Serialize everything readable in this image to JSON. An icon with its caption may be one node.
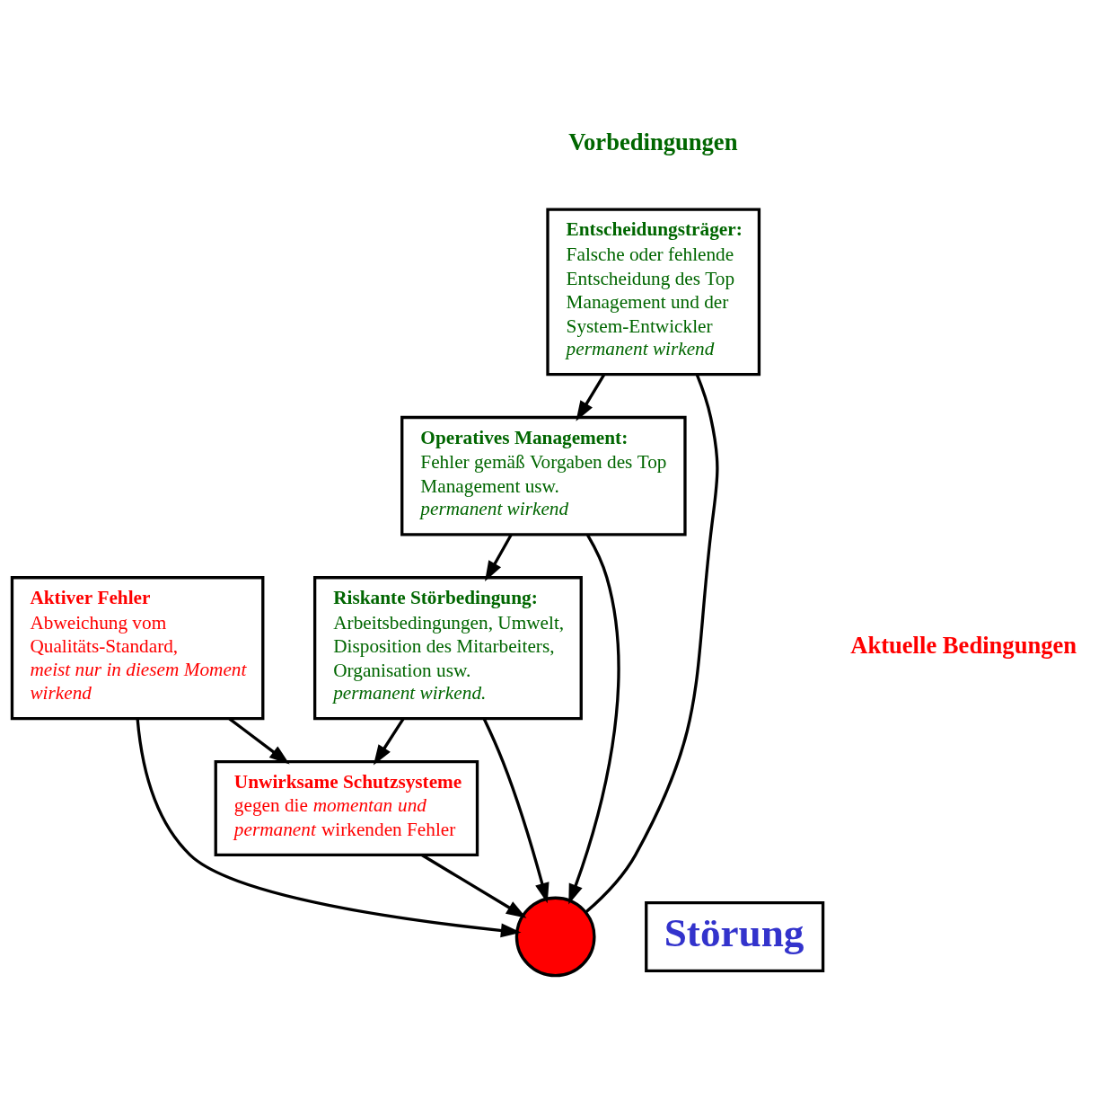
{
  "diagram": {
    "nodes": [
      {
        "text": [
          "Entscheidungsträger:",
          "Falsche oder fehlende Entscheidung des Top Management und der System-Entwickler",
          "permanent wirkend"
        ]
      },
      {
        "text": [
          "Operatives Management:",
          "Fehler gemäß Vorgaben des Top Management usw.",
          "permanent wirkend"
        ]
      },
      {
        "text": [
          "Riskante Störbedingung:",
          "Arbeitsbedingungen, Umwelt, Disposition des Mitarbeiters, Organisation usw.",
          "permanent wirkend."
        ]
      },
      {
        "text": [
          "Aktiver Fehler",
          "Abweichung vom Qualitäts-Standard,",
          "meist nur in diesem Moment wirkend"
        ]
      },
      {
        "text": [
          "Unwirksame Schutzsysteme",
          "gegen die *momentan und permanent* wirkenden Fehler"
        ]
      },
      {
        "text": [],
        "shape": "circle"
      },
      {
        "text": [
          "Störung"
        ]
      }
    ],
    "edges": [
      {
        "from": 0,
        "to": 1,
        "arrow": "to"
      },
      {
        "from": 1,
        "to": 2,
        "arrow": "to"
      },
      {
        "from": 3,
        "to": 4,
        "arrow": "to"
      },
      {
        "from": 2,
        "to": 4,
        "arrow": "to"
      },
      {
        "from": 0,
        "to": 5,
        "arrow": "none"
      },
      {
        "from": 1,
        "to": 5,
        "arrow": "to"
      },
      {
        "from": 2,
        "to": 5,
        "arrow": "to"
      },
      {
        "from": 3,
        "to": 5,
        "arrow": "to"
      },
      {
        "from": 4,
        "to": 5,
        "arrow": "to"
      }
    ],
    "labels": [
      "Vorbedingungen",
      "Aktuelle Bedingungen"
    ]
  }
}
